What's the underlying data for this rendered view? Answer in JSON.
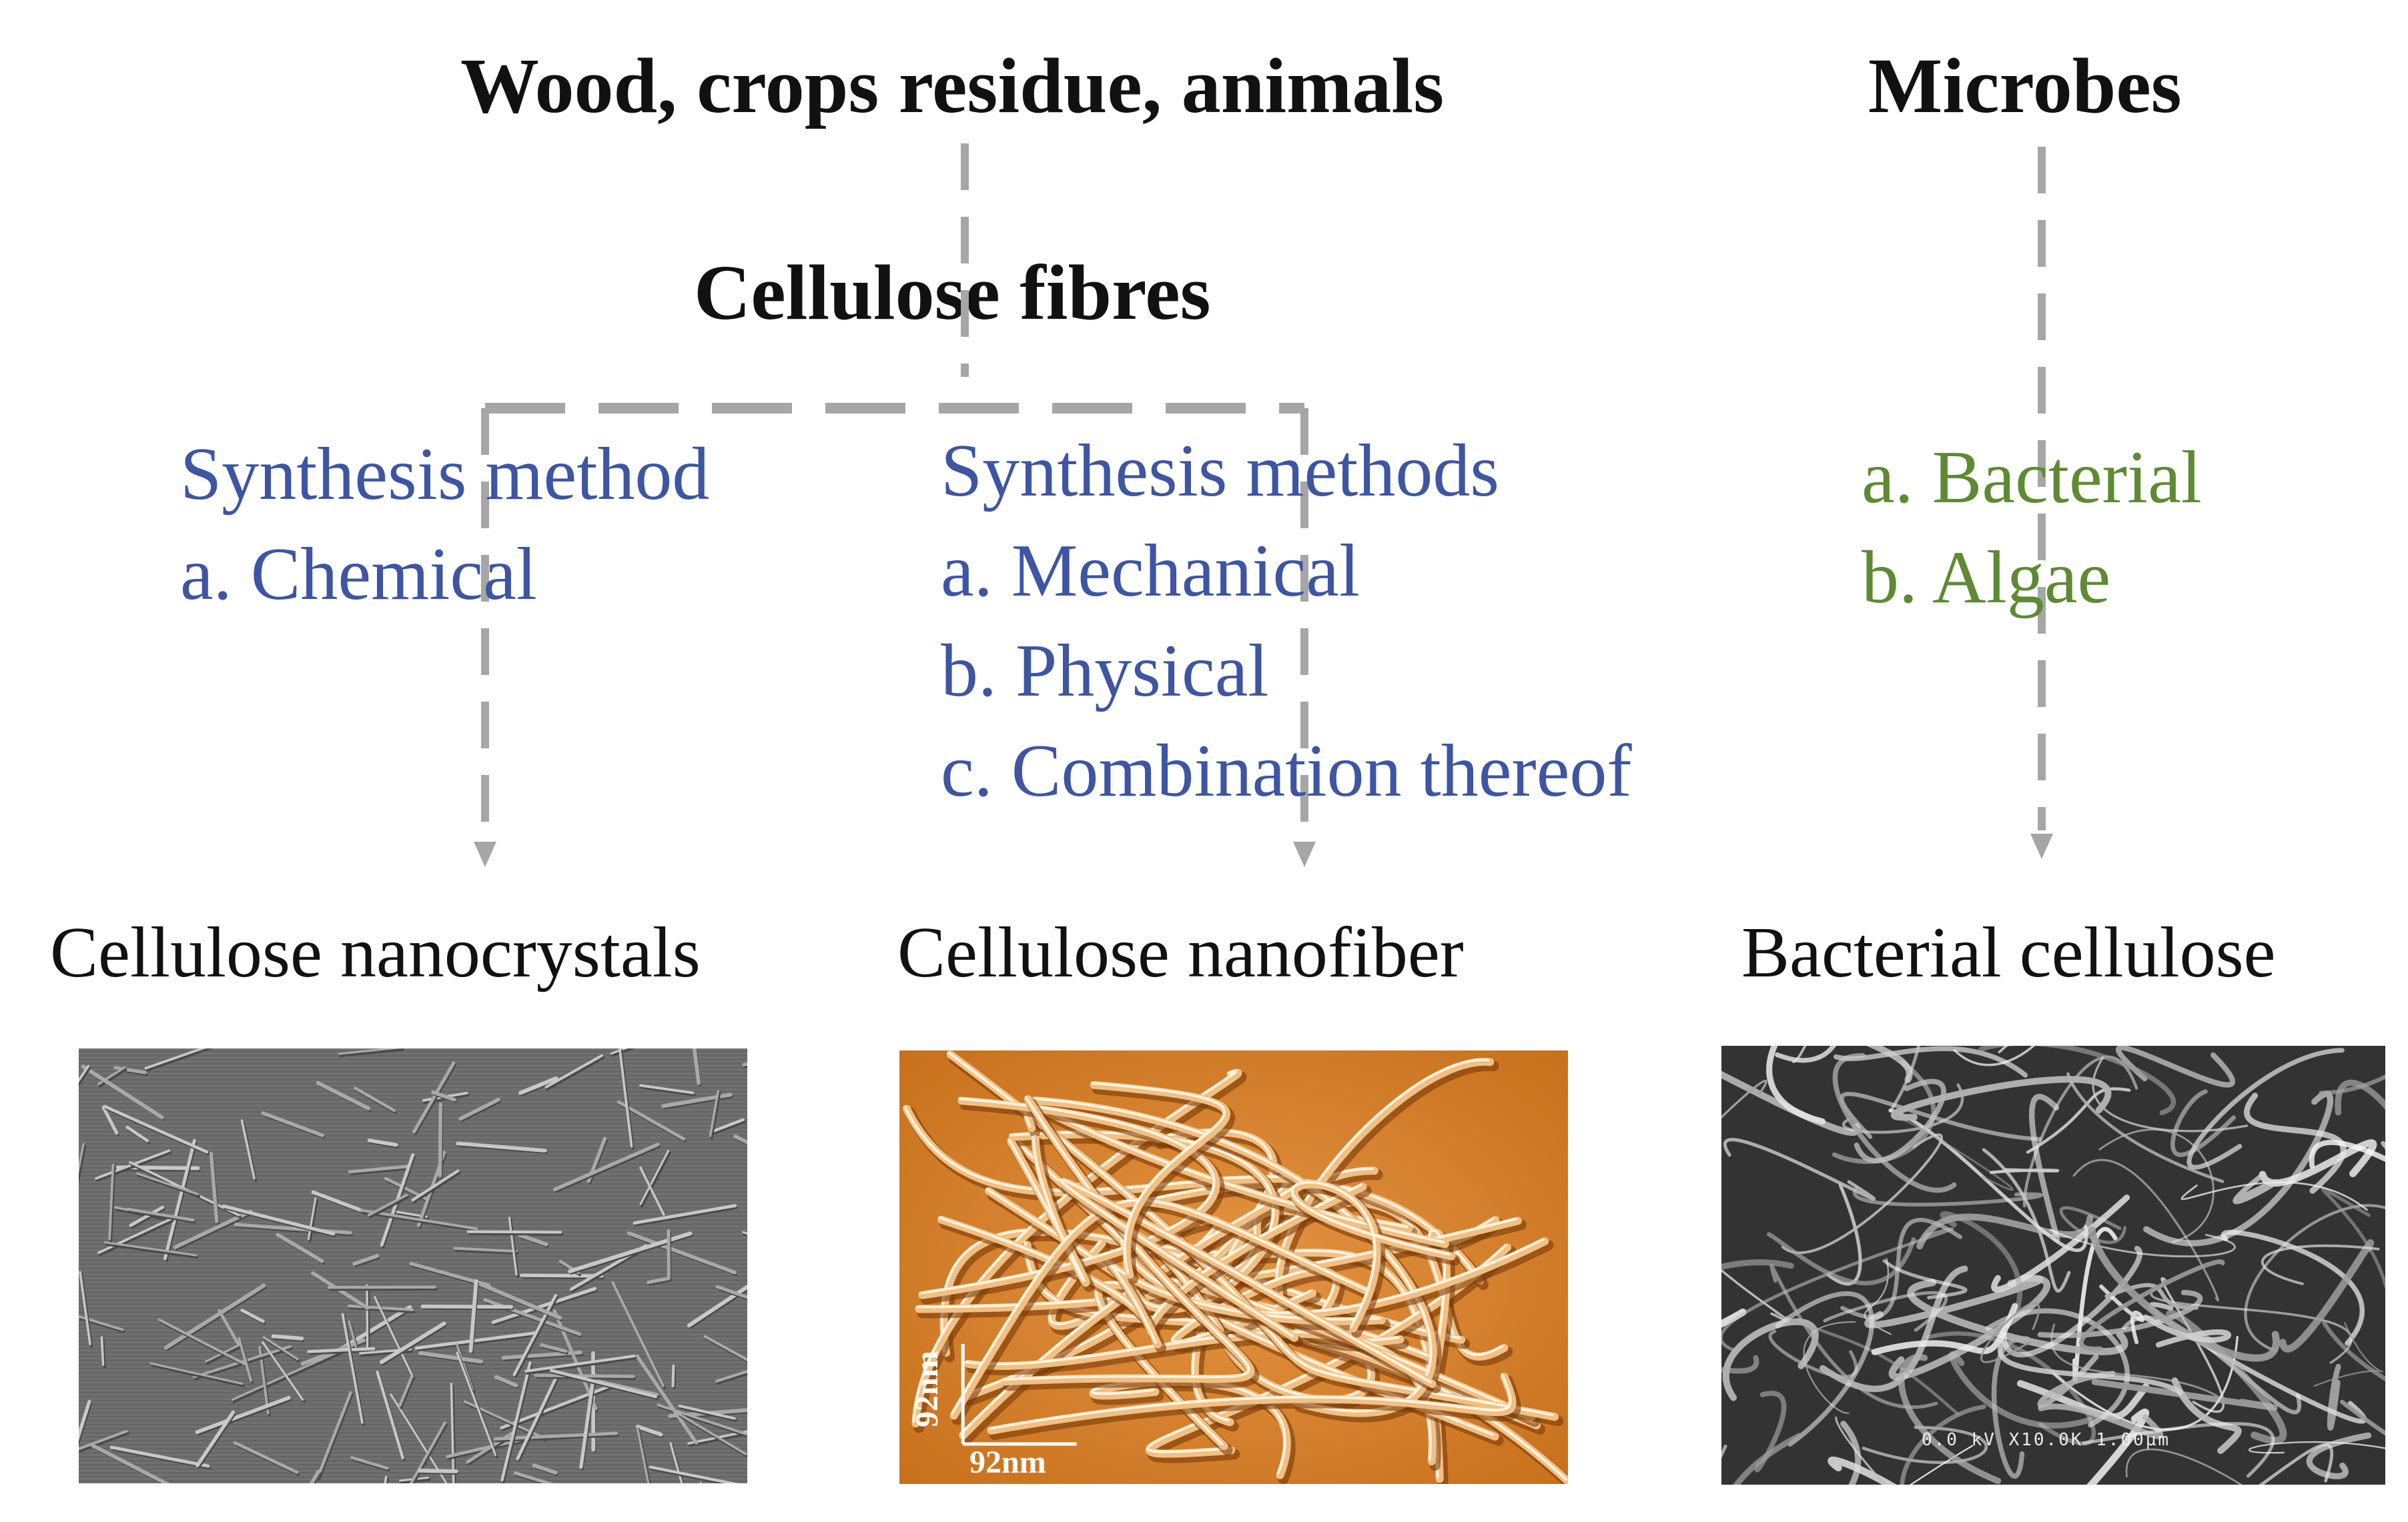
{
  "sources": {
    "plant_animal": "Wood, crops residue, animals",
    "microbes": "Microbes"
  },
  "intermediate": "Cellulose fibres",
  "methods_left": {
    "heading": "Synthesis  method",
    "items": [
      "a. Chemical"
    ]
  },
  "methods_middle": {
    "heading": "Synthesis  methods",
    "items": [
      "a. Mechanical",
      "b. Physical",
      "c. Combination  thereof"
    ]
  },
  "microbe_types": {
    "items": [
      "a. Bacterial",
      "b. Algae"
    ]
  },
  "products": {
    "cnc": "Cellulose nanocrystals",
    "cnf": "Cellulose nanofiber",
    "bc": "Bacterial cellulose"
  },
  "micrographs": {
    "cnf_scale_x": "92nm",
    "cnf_scale_y": "92nm",
    "bc_caption": "0.0  kV  X10.0K  1.00µm"
  },
  "colors": {
    "method_text": "#3d55a3",
    "microbe_text": "#5e8a33",
    "connector": "#a6a6a6",
    "heading_text": "#111111"
  }
}
